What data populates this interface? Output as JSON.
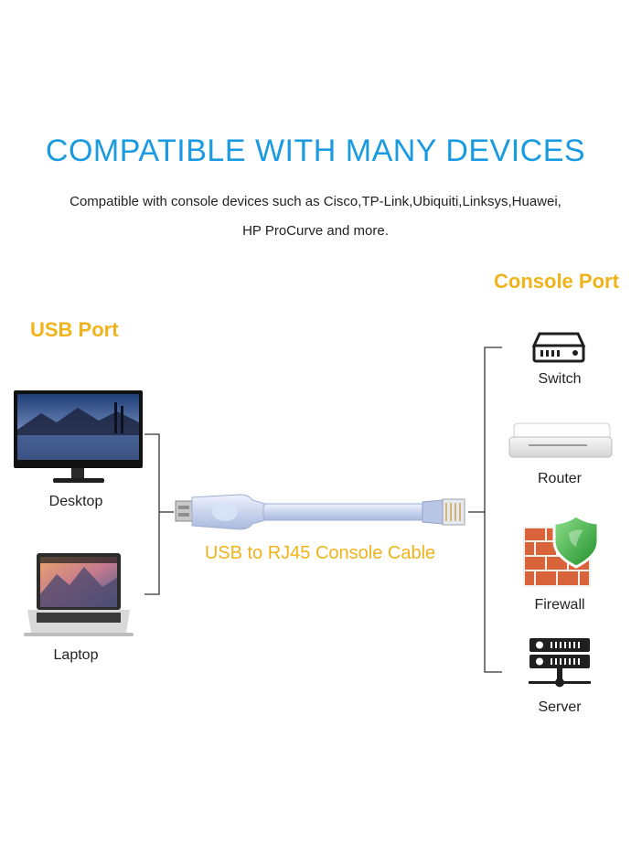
{
  "header": {
    "title": "COMPATIBLE WITH MANY DEVICES",
    "subtitle_line1": "Compatible with console devices such as Cisco,TP-Link,Ubiquiti,Linksys,Huawei,",
    "subtitle_line2": "HP ProCurve and more."
  },
  "left": {
    "heading": "USB Port",
    "devices": [
      {
        "label": "Desktop",
        "icon": "desktop-monitor-icon"
      },
      {
        "label": "Laptop",
        "icon": "laptop-icon"
      }
    ]
  },
  "right": {
    "heading": "Console Port",
    "devices": [
      {
        "label": "Switch",
        "icon": "network-switch-icon"
      },
      {
        "label": "Router",
        "icon": "router-icon"
      },
      {
        "label": "Firewall",
        "icon": "firewall-shield-icon"
      },
      {
        "label": "Server",
        "icon": "server-rack-icon"
      }
    ]
  },
  "cable": {
    "label": "USB to RJ45 Console Cable",
    "icon": "usb-rj45-cable-icon"
  },
  "colors": {
    "title": "#1a9ae0",
    "heading": "#f0b31c",
    "text": "#222222",
    "bracket": "#333333",
    "cable": "#cfd9f2",
    "brick": "#d9633a",
    "shield": "#2fae3c"
  }
}
